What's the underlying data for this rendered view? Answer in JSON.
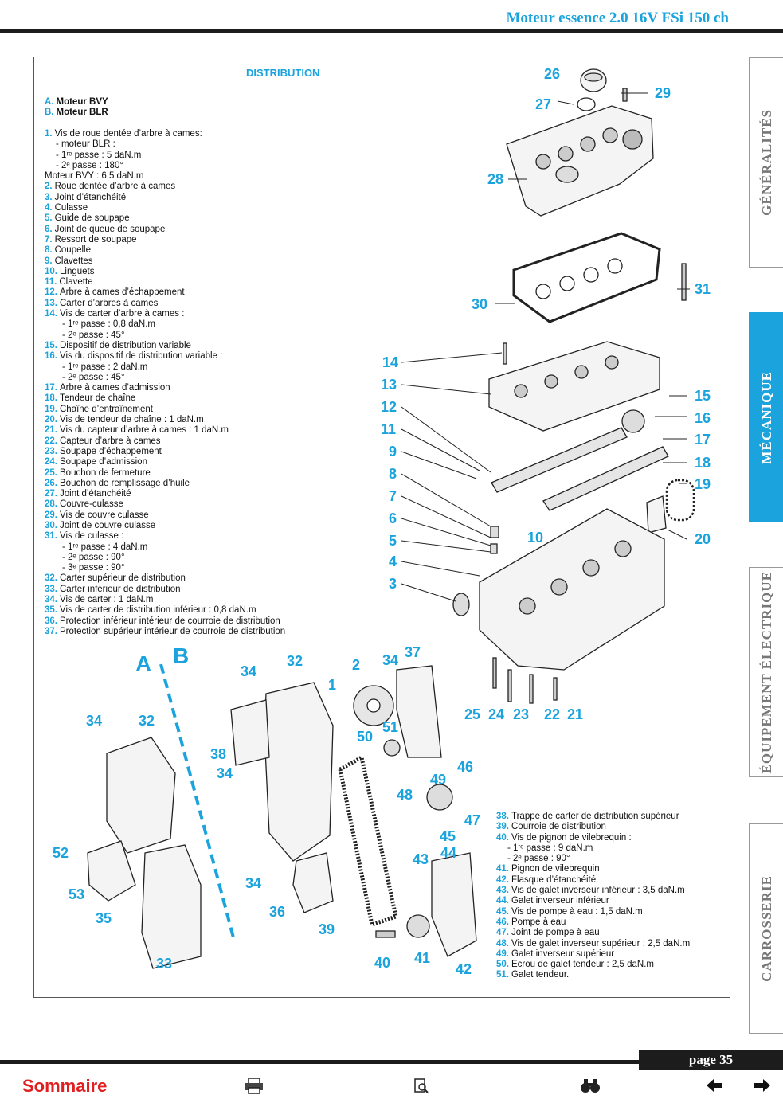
{
  "header": {
    "title": "Moteur essence 2.0 16V FSi 150 ch"
  },
  "section_title": "DISTRIBUTION",
  "variants": [
    {
      "letter": "A.",
      "text": "Moteur BVY"
    },
    {
      "letter": "B.",
      "text": "Moteur BLR"
    }
  ],
  "legend_left": [
    {
      "num": "1.",
      "text": "Vis de roue dentée d’arbre à cames:"
    },
    {
      "num": "",
      "text": "- moteur BLR :",
      "indent": 1
    },
    {
      "num": "",
      "text": "- 1ʳᵉ passe : 5 daN.m",
      "indent": 1
    },
    {
      "num": "",
      "text": "- 2ᵉ passe : 180°",
      "indent": 1
    },
    {
      "num": "",
      "text": "Moteur BVY : 6,5 daN.m"
    },
    {
      "num": "2.",
      "text": "Roue dentée d’arbre à cames"
    },
    {
      "num": "3.",
      "text": "Joint d’étanchéité"
    },
    {
      "num": "4.",
      "text": "Culasse"
    },
    {
      "num": "5.",
      "text": "Guide de soupape"
    },
    {
      "num": "6.",
      "text": "Joint de queue de soupape"
    },
    {
      "num": "7.",
      "text": "Ressort de soupape"
    },
    {
      "num": "8.",
      "text": "Coupelle"
    },
    {
      "num": "9.",
      "text": "Clavettes"
    },
    {
      "num": "10.",
      "text": "Linguets"
    },
    {
      "num": "11.",
      "text": "Clavette"
    },
    {
      "num": "12.",
      "text": "Arbre à cames d’échappement"
    },
    {
      "num": "13.",
      "text": "Carter d’arbres à cames"
    },
    {
      "num": "14.",
      "text": "Vis de carter d’arbre à cames :"
    },
    {
      "num": "",
      "text": "- 1ʳᵉ passe : 0,8 daN.m",
      "indent": 2
    },
    {
      "num": "",
      "text": "- 2ᵉ passe : 45°",
      "indent": 2
    },
    {
      "num": "15.",
      "text": "Dispositif de distribution variable"
    },
    {
      "num": "16.",
      "text": "Vis du dispositif de distribution variable :"
    },
    {
      "num": "",
      "text": "- 1ʳᵉ passe : 2 daN.m",
      "indent": 2
    },
    {
      "num": "",
      "text": "- 2ᵉ passe : 45°",
      "indent": 2
    },
    {
      "num": "17.",
      "text": "Arbre à cames d’admission"
    },
    {
      "num": "18.",
      "text": "Tendeur de chaîne"
    },
    {
      "num": "19.",
      "text": "Chaîne d’entraînement"
    },
    {
      "num": "20.",
      "text": "Vis de tendeur de chaîne : 1 daN.m"
    },
    {
      "num": "21.",
      "text": "Vis du capteur d’arbre à cames : 1 daN.m"
    },
    {
      "num": "22.",
      "text": "Capteur d’arbre à cames"
    },
    {
      "num": "23.",
      "text": "Soupape d’échappement"
    },
    {
      "num": "24.",
      "text": "Soupape d’admission"
    },
    {
      "num": "25.",
      "text": "Bouchon de fermeture"
    },
    {
      "num": "26.",
      "text": "Bouchon de remplissage d’huile"
    },
    {
      "num": "27.",
      "text": "Joint d’étanchéité"
    },
    {
      "num": "28.",
      "text": "Couvre-culasse"
    },
    {
      "num": "29.",
      "text": "Vis de couvre culasse"
    },
    {
      "num": "30.",
      "text": "Joint de couvre culasse"
    },
    {
      "num": "31.",
      "text": "Vis de culasse :"
    },
    {
      "num": "",
      "text": "- 1ʳᵉ passe : 4 daN.m",
      "indent": 2
    },
    {
      "num": "",
      "text": "- 2ᵉ passe : 90°",
      "indent": 2
    },
    {
      "num": "",
      "text": "- 3ᵉ passe : 90°",
      "indent": 2
    },
    {
      "num": "32.",
      "text": "Carter supérieur de distribution"
    },
    {
      "num": "33.",
      "text": "Carter inférieur de distribution"
    },
    {
      "num": "34.",
      "text": "Vis de carter : 1 daN.m"
    },
    {
      "num": "35.",
      "text": "Vis de carter de distribution inférieur : 0,8 daN.m"
    },
    {
      "num": "36.",
      "text": "Protection inférieur intérieur de courroie de distribution"
    },
    {
      "num": "37.",
      "text": "Protection supérieur intérieur de courroie de distribution"
    }
  ],
  "legend_right": [
    {
      "num": "38.",
      "text": "Trappe de carter de distribution supérieur"
    },
    {
      "num": "39.",
      "text": "Courroie de distribution"
    },
    {
      "num": "40.",
      "text": "Vis de pignon de vilebrequin :"
    },
    {
      "num": "",
      "text": "- 1ʳᵉ passe : 9 daN.m",
      "indent": 1
    },
    {
      "num": "",
      "text": "- 2ᵉ passe : 90°",
      "indent": 1
    },
    {
      "num": "41.",
      "text": "Pignon de vilebrequin"
    },
    {
      "num": "42.",
      "text": "Flasque d’étanchéité"
    },
    {
      "num": "43.",
      "text": "Vis de galet inverseur inférieur : 3,5 daN.m"
    },
    {
      "num": "44.",
      "text": "Galet inverseur inférieur"
    },
    {
      "num": "45.",
      "text": "Vis de pompe à eau : 1,5 daN.m"
    },
    {
      "num": "46.",
      "text": "Pompe à eau"
    },
    {
      "num": "47.",
      "text": "Joint de pompe à eau"
    },
    {
      "num": "48.",
      "text": "Vis de galet inverseur supérieur : 2,5 daN.m"
    },
    {
      "num": "49.",
      "text": "Galet inverseur supérieur"
    },
    {
      "num": "50.",
      "text": "Ecrou de galet tendeur : 2,5 daN.m"
    },
    {
      "num": "51.",
      "text": "Galet tendeur."
    }
  ],
  "callouts": [
    "26",
    "29",
    "27",
    "28",
    "31",
    "30",
    "14",
    "13",
    "15",
    "12",
    "16",
    "11",
    "17",
    "9",
    "18",
    "8",
    "19",
    "7",
    "6",
    "10",
    "5",
    "20",
    "4",
    "3",
    "25",
    "24",
    "23",
    "22",
    "21",
    "A",
    "B",
    "37",
    "34",
    "32",
    "2",
    "34",
    "1",
    "34",
    "32",
    "50",
    "51",
    "38",
    "34",
    "46",
    "49",
    "48",
    "47",
    "52",
    "45",
    "43",
    "44",
    "53",
    "34",
    "36",
    "35",
    "39",
    "40",
    "41",
    "33",
    "42"
  ],
  "side_tabs": [
    {
      "label": "GÉNÉRALITÉS",
      "active": false
    },
    {
      "label": "MÉCANIQUE",
      "active": true
    },
    {
      "label": "ÉQUIPEMENT ÉLECTRIQUE",
      "active": false
    },
    {
      "label": "CARROSSERIE",
      "active": false
    }
  ],
  "footer": {
    "page_label": "page 35",
    "sommaire": "Sommaire",
    "icons": [
      "print-icon",
      "zoom-page-icon",
      "binoculars-icon",
      "arrow-left-icon",
      "arrow-right-icon"
    ]
  },
  "colors": {
    "accent": "#1aa3dc",
    "dark": "#1c1c1c",
    "link": "#e02020"
  }
}
